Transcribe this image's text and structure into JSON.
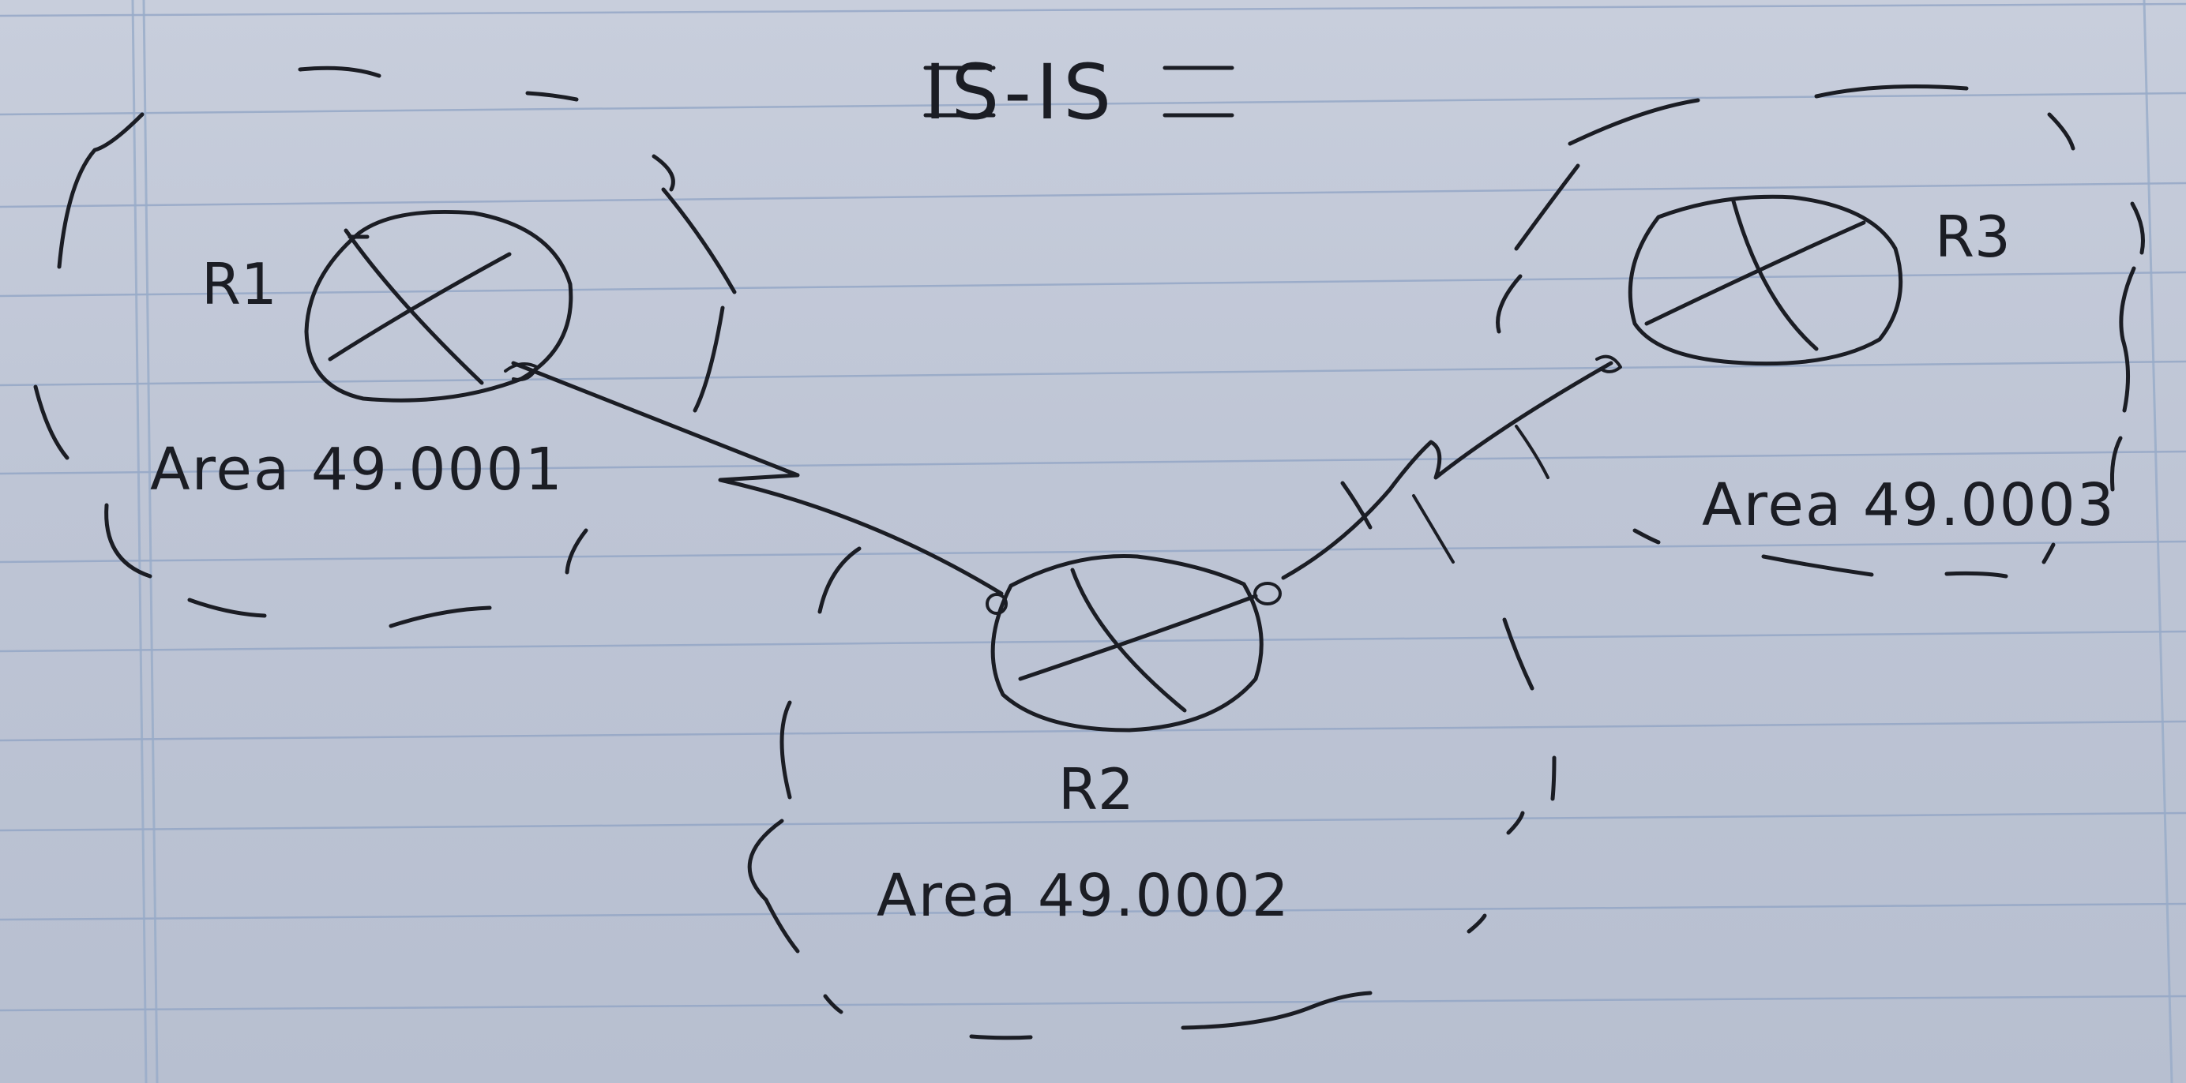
{
  "title": "IS-IS",
  "routers": [
    {
      "name": "R1",
      "area": "Area 49.0001"
    },
    {
      "name": "R2",
      "area": "Area 49.0002"
    },
    {
      "name": "R3",
      "area": "Area 49.0003"
    }
  ],
  "colors": {
    "ink": "#1b1d24",
    "paper": "#c2c9d8",
    "rule_line": "#8fa3c4"
  }
}
